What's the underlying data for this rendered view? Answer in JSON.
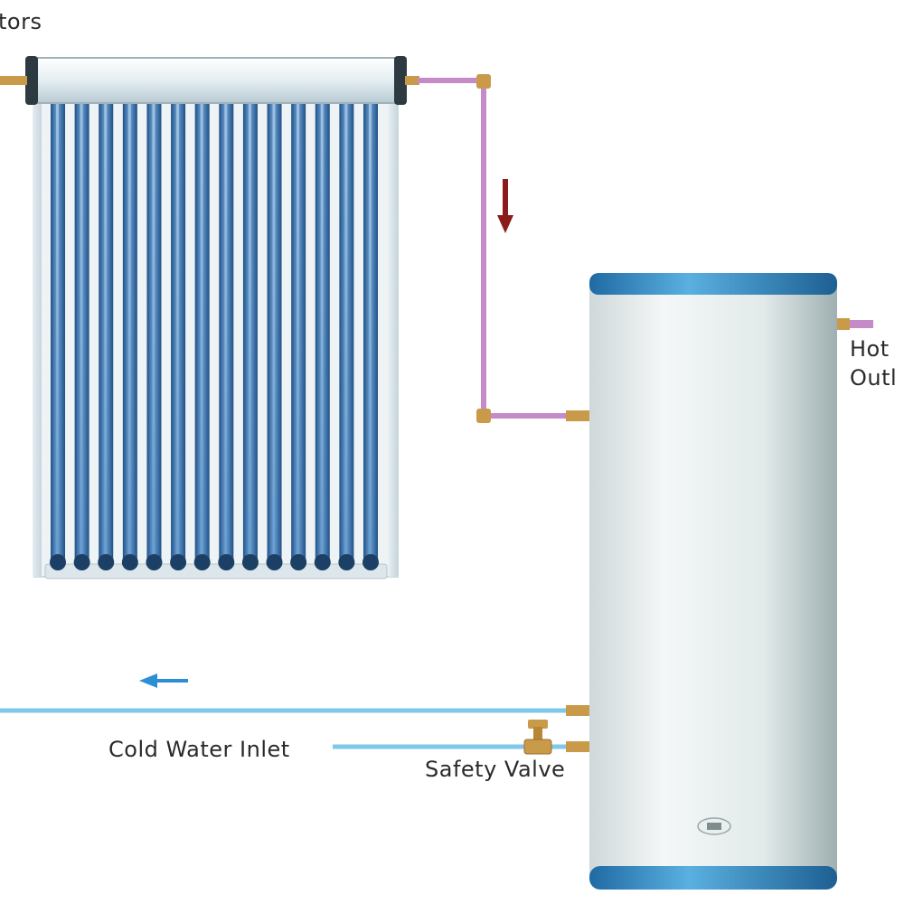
{
  "labels": {
    "collectors": "tors",
    "hot_outlet_line1": "Hot",
    "hot_outlet_line2": "Outl",
    "cold_water_inlet": "Cold Water Inlet",
    "safety_valve": "Safety Valve"
  },
  "collector": {
    "tube_count": 14
  },
  "colors": {
    "hot_pipe": "#c58ac8",
    "cold_pipe": "#7fc8ea",
    "tank_band": "#2a82c0",
    "tube": "#3f7fb8",
    "fitting": "#c99a4a",
    "arrow_down": "#8b1c1c",
    "arrow_left": "#2c8fd6"
  },
  "icons": {
    "flow_down": "arrow-down-icon",
    "flow_left": "arrow-left-icon",
    "tank_logo": "logo-icon"
  }
}
